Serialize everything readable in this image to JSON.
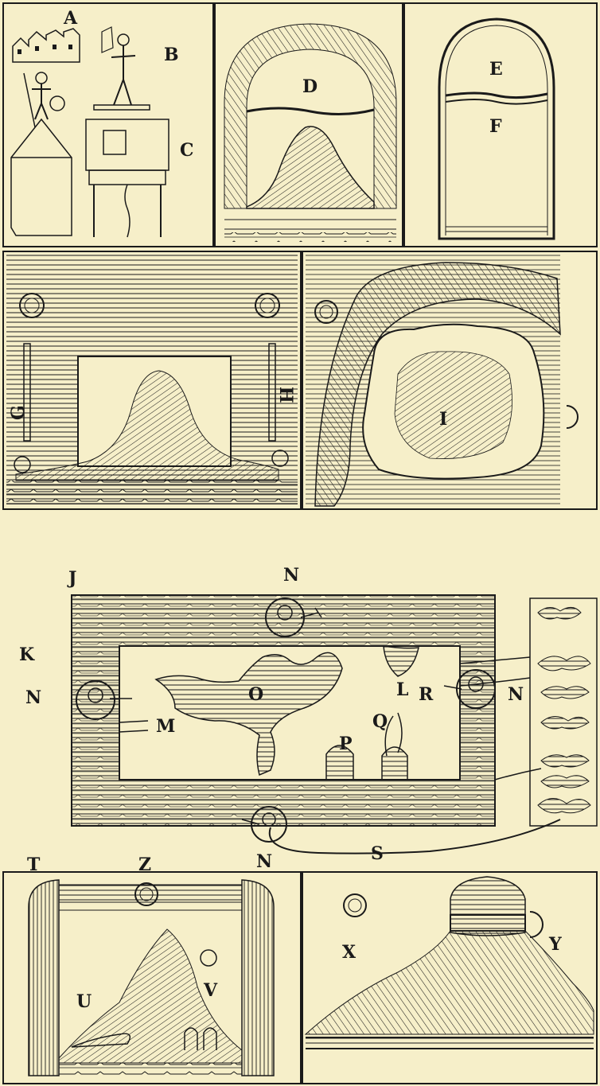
{
  "colors": {
    "paper": "#f6efc9",
    "ink": "#1a1a1a"
  },
  "panels": [
    {
      "id": "towns-and-figures",
      "labels": [
        "A",
        "B",
        "C"
      ]
    },
    {
      "id": "arch-mountain",
      "labels": [
        "D"
      ]
    },
    {
      "id": "arched-window",
      "labels": [
        "E",
        "F"
      ]
    },
    {
      "id": "window-mountain-suns",
      "labels": [
        "G",
        "H"
      ]
    },
    {
      "id": "cave-rock",
      "labels": [
        "I"
      ]
    },
    {
      "id": "underground-cavern",
      "labels": [
        "J",
        "K",
        "N",
        "N",
        "N",
        "N",
        "L",
        "O",
        "M",
        "P",
        "Q",
        "R",
        "S"
      ]
    },
    {
      "id": "arched-frame-mountain",
      "labels": [
        "T",
        "Z",
        "U",
        "V"
      ]
    },
    {
      "id": "volcano",
      "labels": [
        "X",
        "Y"
      ]
    }
  ],
  "labels": {
    "A": "A",
    "B": "B",
    "C": "C",
    "D": "D",
    "E": "E",
    "F": "F",
    "G": "G",
    "H": "H",
    "I": "I",
    "J": "J",
    "K": "K",
    "L": "L",
    "M": "M",
    "N": "N",
    "O": "O",
    "P": "P",
    "Q": "Q",
    "R": "R",
    "S": "S",
    "T": "T",
    "U": "U",
    "V": "V",
    "X": "X",
    "Y": "Y",
    "Z": "Z"
  }
}
